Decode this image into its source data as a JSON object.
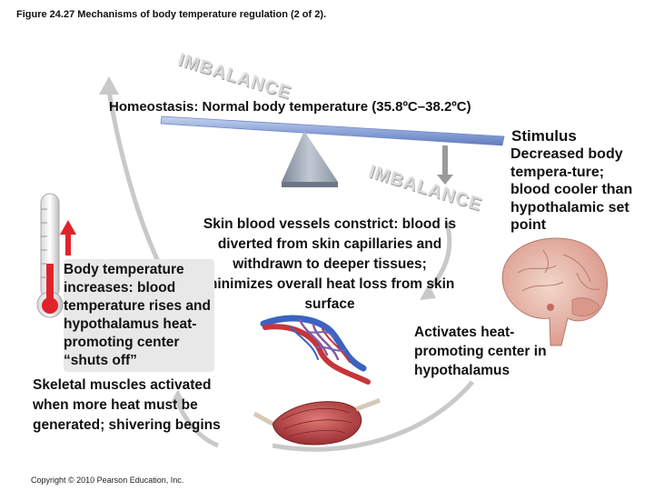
{
  "figure_title": "Figure 24.27 Mechanisms of body temperature regulation (2 of 2).",
  "watermark_top": "IMBALANCE",
  "watermark_mid": "IMBALANCE",
  "homeostasis": {
    "label": "Homeostasis:",
    "value": "Normal body temperature (35.8ºC–38.2ºC)"
  },
  "stimulus": {
    "title": "Stimulus",
    "text": "Decreased body tempera-ture; blood cooler than hypothalamic set point"
  },
  "control_center": "Activates heat-promoting center in hypothalamus",
  "response": "Skin blood vessels constrict: blood is diverted from skin capillaries and withdrawn to deeper tissues; minimizes overall heat loss from skin surface",
  "effector": "Skeletal muscles activated when more heat must be generated; shivering begins",
  "result": "Body temperature increases: blood temperature rises and hypothalamus heat-promoting center “shuts off”",
  "copyright": "Copyright © 2010 Pearson Education, Inc.",
  "colors": {
    "cycle_arrow": "#c9c9c9",
    "thermometer_red": "#e0232b",
    "seesaw": "#8fa6d8",
    "fulcrum": "#a9b3c2",
    "muscle": "#b8464a",
    "brain": "#e7b9a7",
    "vessels_blue": "#3b63c2",
    "vessels_red": "#c7353a"
  },
  "icons": [
    "thermometer-icon",
    "brain-icon",
    "blood-vessels-icon",
    "muscle-icon",
    "seesaw-icon"
  ]
}
